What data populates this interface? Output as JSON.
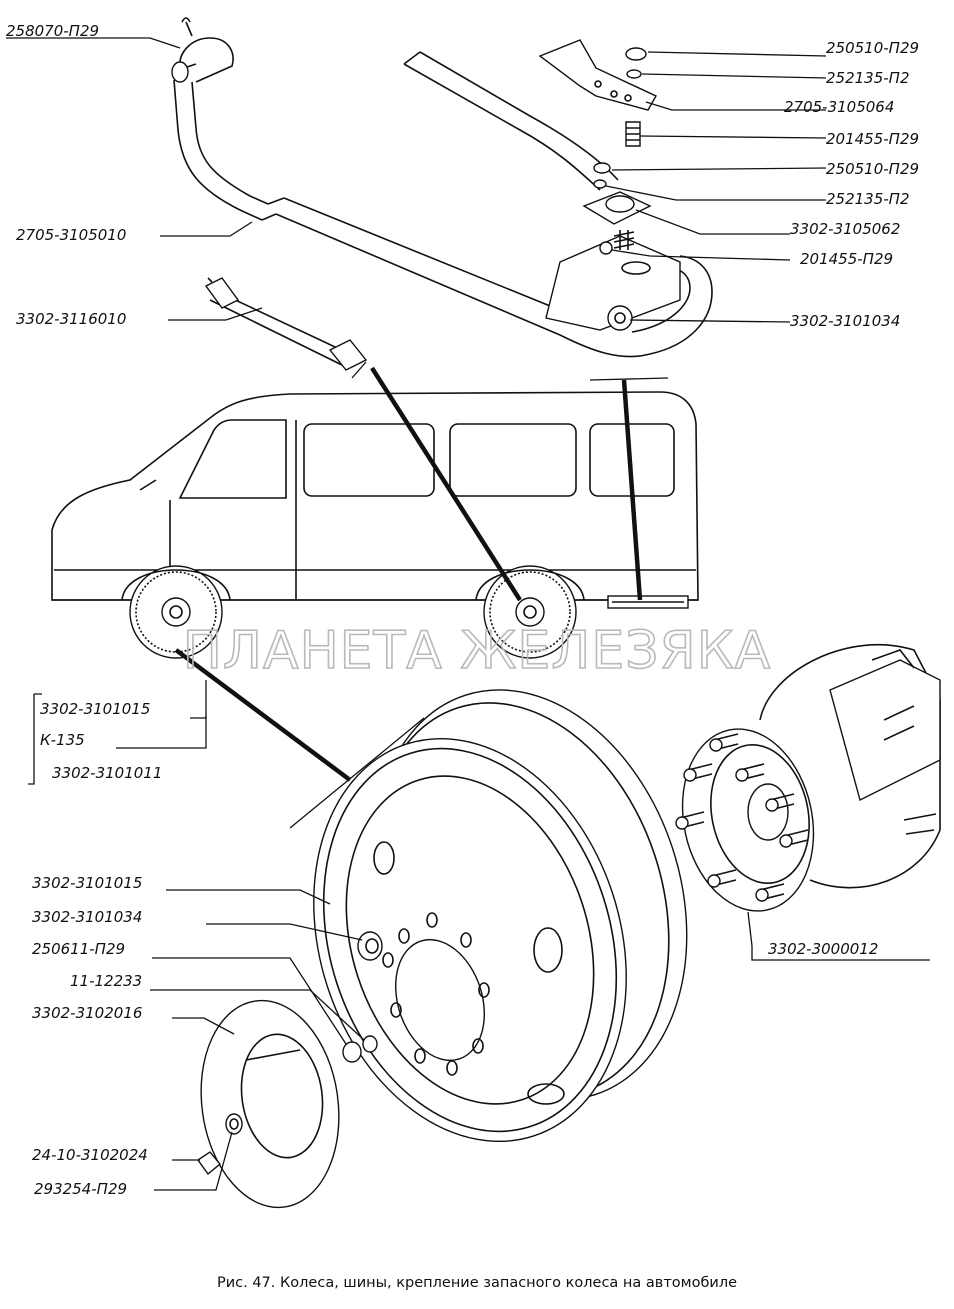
{
  "labels": {
    "l_258070": "258070-П29",
    "l_250510_a": "250510-П29",
    "l_252135_a": "252135-П2",
    "l_2705_3105064": "2705-3105064",
    "l_201455_a": "201455-П29",
    "l_250510_b": "250510-П29",
    "l_252135_b": "252135-П2",
    "l_3302_3105062": "3302-3105062",
    "l_201455_b": "201455-П29",
    "l_3302_3101034_top": "3302-3101034",
    "l_2705_3105010": "2705-3105010",
    "l_3302_3116010": "3302-3116010",
    "l_3302_3101015_top": "3302-3101015",
    "l_k135": "К-135",
    "l_3302_3101011": "3302-3101011",
    "l_3302_3101015_bot": "3302-3101015",
    "l_3302_3101034_bot": "3302-3101034",
    "l_250611": "250611-П29",
    "l_11_12233": "11-12233",
    "l_3302_3102016": "3302-3102016",
    "l_24_10": "24-10-3102024",
    "l_293254": "293254-П29",
    "l_3302_3000012": "3302-3000012"
  },
  "watermark": "ПЛАНЕТА ЖЕЛЕЗЯКА",
  "caption": "Рис. 47. Колеса, шины, крепление запасного колеса на автомобиле"
}
